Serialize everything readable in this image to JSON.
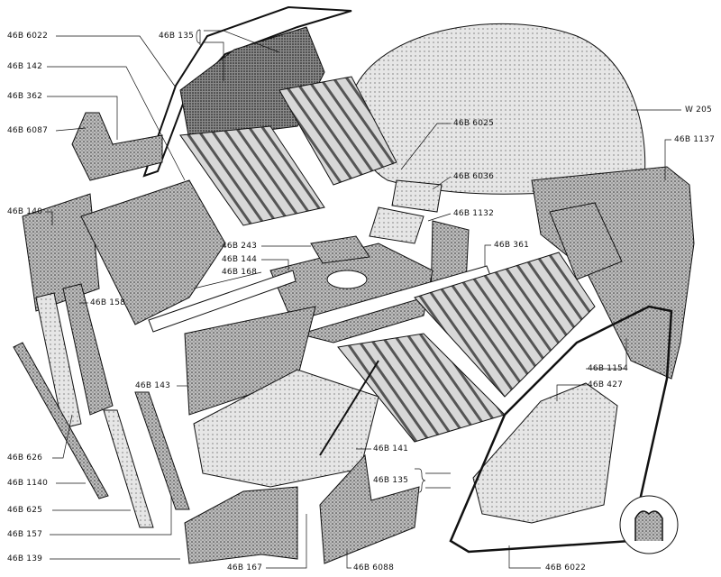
{
  "diagram": {
    "type": "exploded-parts-view",
    "parts": {
      "p6022_top": "46B 6022",
      "p135_top": "46B 135",
      "p142": "46B 142",
      "p362": "46B 362",
      "p6087": "46B 6087",
      "p140": "46B 140",
      "w205": "W 205",
      "p6025": "46B 6025",
      "p6036": "46B 6036",
      "p1137": "46B 1137",
      "p1132": "46B 1132",
      "p243": "46B 243",
      "p144": "46B 144",
      "p168": "46B 168",
      "p361": "46B 361",
      "p158": "46B 158",
      "p143": "46B 143",
      "p1154": "46B 1154",
      "p427": "46B 427",
      "p141": "46B 141",
      "p626": "46B 626",
      "p135_bottom": "46B 135",
      "p1140": "46B 1140",
      "p625": "46B 625",
      "p157": "46B 157",
      "p139": "46B 139",
      "p167": "46B 167",
      "p6088": "46B 6088",
      "p6022_bottom": "46B 6022"
    }
  }
}
